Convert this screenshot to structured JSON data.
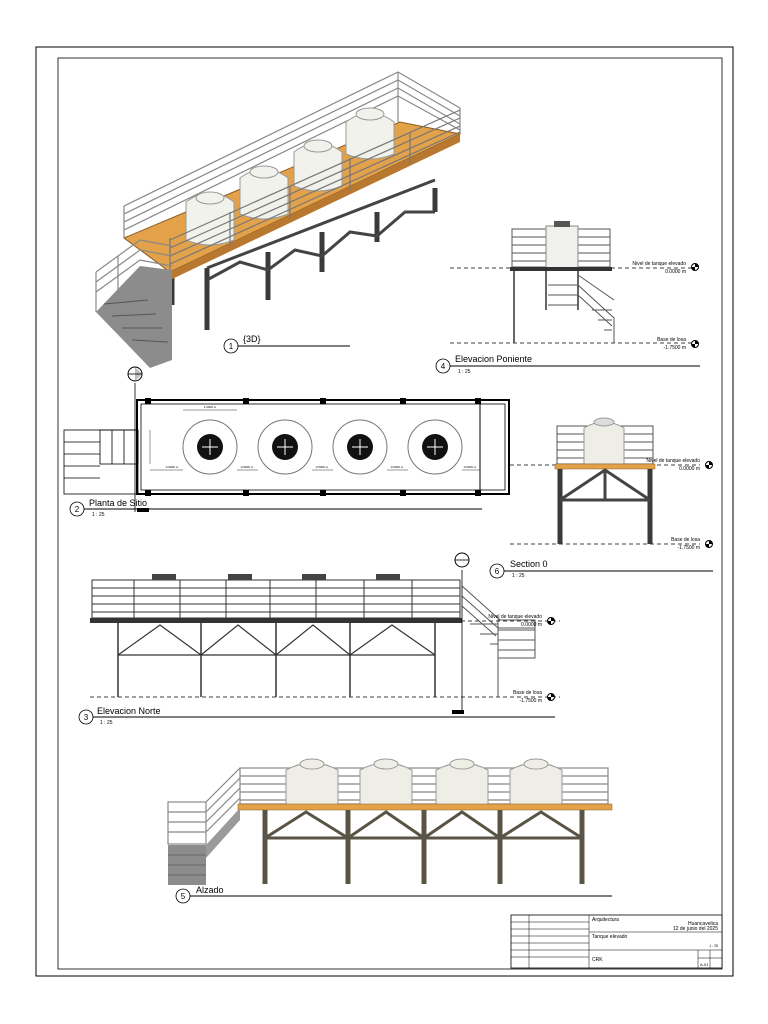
{
  "views": {
    "v1": {
      "num": "1",
      "title": "{3D}",
      "scale": ""
    },
    "v2": {
      "num": "2",
      "title": "Planta de Sitio",
      "scale": "1 : 25"
    },
    "v3": {
      "num": "3",
      "title": "Elevacion Norte",
      "scale": "1 : 25"
    },
    "v4": {
      "num": "4",
      "title": "Elevacion Poniente",
      "scale": "1 : 25"
    },
    "v5": {
      "num": "5",
      "title": "Alzado",
      "scale": ""
    },
    "v6": {
      "num": "6",
      "title": "Section 0",
      "scale": "1 : 25"
    }
  },
  "levels": {
    "top_name": "Nivel de tanque elevado",
    "top_value": "0.0000 m",
    "base_name": "Base de losa",
    "base_value": "-1.7500 m"
  },
  "plan_dims": {
    "tank_width": "1.0000 m",
    "gap": "0.5000 m",
    "side": "0.6000 m"
  },
  "title_block": {
    "discipline": "Arquitectura",
    "drawing_name": "Tanque elevado",
    "location": "Huancavelica",
    "date": "12 de junio del 2025",
    "author": "CRK",
    "sheet_no": "A-01",
    "scale": "1 : 25"
  }
}
